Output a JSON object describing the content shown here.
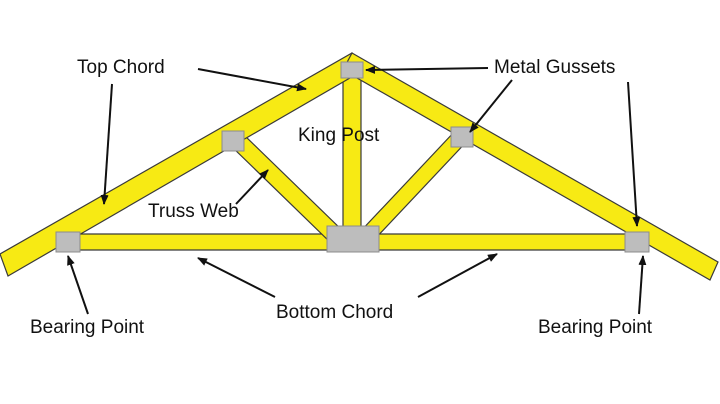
{
  "labels": {
    "top_chord": "Top Chord",
    "metal_gussets": "Metal Gussets",
    "king_post": "King Post",
    "truss_web": "Truss Web",
    "bearing_point_left": "Bearing Point",
    "bottom_chord": "Bottom Chord",
    "bearing_point_right": "Bearing Point"
  },
  "colors": {
    "lumber": "#f7ea14",
    "lumber_edge": "#3a3a3a",
    "gusset": "#bdbdbd",
    "arrow": "#111111"
  }
}
